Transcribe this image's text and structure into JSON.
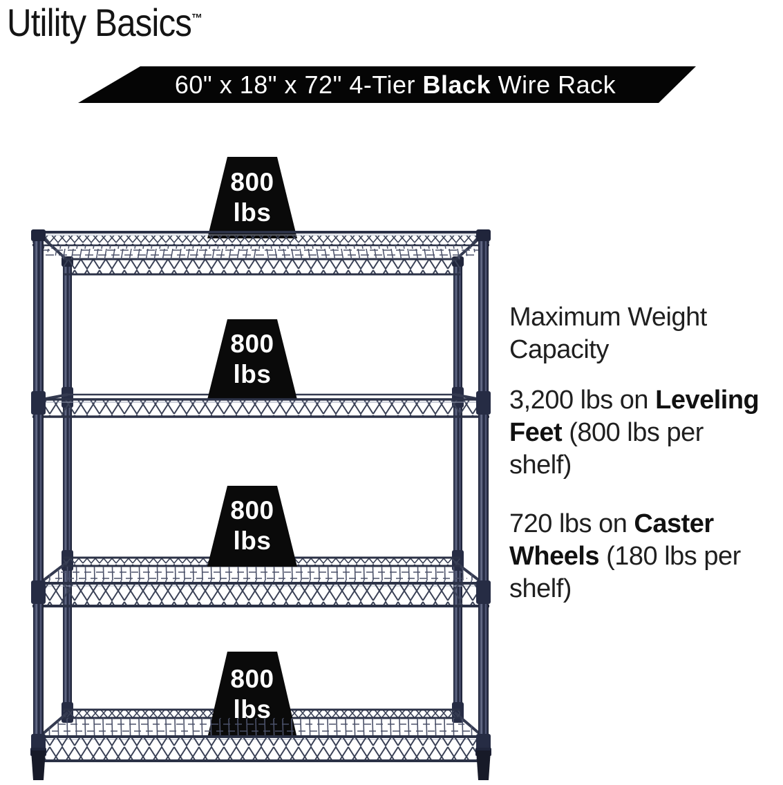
{
  "brand": {
    "name": "Utility Basics",
    "trademark": "™"
  },
  "banner": {
    "text_prefix": "60\" x 18\" x 72\" 4-Tier ",
    "text_bold": "Black",
    "text_suffix": " Wire Rack",
    "bg_color": "#050505",
    "text_color": "#ffffff"
  },
  "badges": [
    {
      "value": "800",
      "unit": "lbs"
    },
    {
      "value": "800",
      "unit": "lbs"
    },
    {
      "value": "800",
      "unit": "lbs"
    },
    {
      "value": "800",
      "unit": "lbs"
    }
  ],
  "badge_style": {
    "bg_color": "#0a0a0a",
    "text_color": "#ffffff"
  },
  "info": {
    "heading_line1": "Maximum Weight",
    "heading_line2": "Capacity",
    "p1": {
      "l1_regular": "3,200 lbs on ",
      "l1_bold": "Leveling",
      "l2_bold": "Feet",
      "l2_regular": " (800 lbs per",
      "l3": "shelf)"
    },
    "p2": {
      "l1_regular": "720 lbs on ",
      "l1_bold": "Caster",
      "l2_bold": "Wheels",
      "l2_regular": " (180 lbs per",
      "l3": "shelf)"
    }
  },
  "product": {
    "description": "4-tier black wire shelving rack shown with per-shelf weight badges",
    "tiers": 4,
    "wire_color": "#3d4357"
  }
}
